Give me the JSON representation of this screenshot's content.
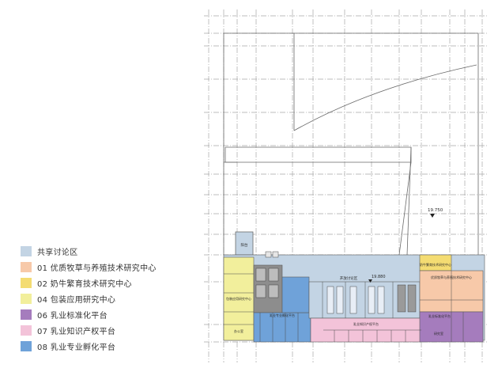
{
  "legend": {
    "items": [
      {
        "label": "共享讨论区",
        "color": "#c3d4e4"
      },
      {
        "label": "01  优质牧草与养殖技术研究中心",
        "color": "#f7c9a9"
      },
      {
        "label": "02  奶牛繁育技术研究中心",
        "color": "#f4dc72"
      },
      {
        "label": "04  包装应用研究中心",
        "color": "#f2ef9c"
      },
      {
        "label": "06  乳业标准化平台",
        "color": "#a57cbd"
      },
      {
        "label": "07  乳业知识产权平台",
        "color": "#f3c3d9"
      },
      {
        "label": "08  乳业专业孵化平台",
        "color": "#6fa2d9"
      }
    ]
  },
  "plan": {
    "elevation_main": "19.750",
    "elevation_inner": "19.880",
    "labels": {
      "balcony": "阳台",
      "open_discussion": "开放讨论区",
      "packaging_center": "包装应用研究中心",
      "dairy_breeding": "奶牛繁育技术研究中心",
      "forage_center": "优质牧草与养殖技术研究中心",
      "incubation": "乳业专业孵化平台",
      "ip_platform": "乳业知识产权平台",
      "standardization": "乳业标准化平台",
      "lab": "研究室",
      "office": "办公室"
    }
  }
}
